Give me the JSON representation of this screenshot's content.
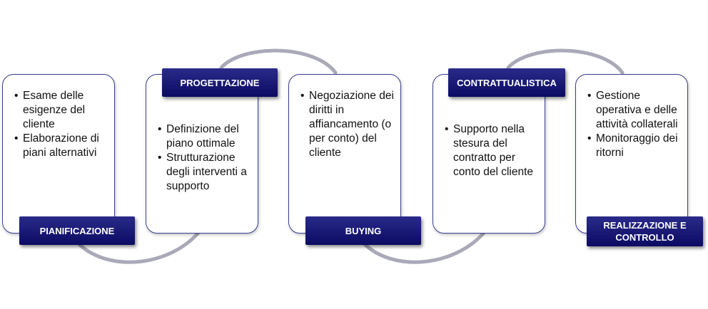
{
  "colors": {
    "card_border": "#3a3f8f",
    "label_bg": "#12126e",
    "arc": "#a9a9b8"
  },
  "steps": [
    {
      "label": "PIANIFICAZIONE",
      "items": [
        "Esame delle esigenze del cliente",
        "Elaborazione di piani alternativi"
      ]
    },
    {
      "label": "PROGETTAZIONE",
      "items": [
        "Definizione del piano ottimale",
        "Strutturazione degli interventi a supporto"
      ]
    },
    {
      "label": "BUYING",
      "items": [
        "Negoziazione dei diritti in affiancamento (o per conto) del cliente"
      ]
    },
    {
      "label": "CONTRATTUALISTICA",
      "items": [
        "Supporto nella stesura del contratto per conto del cliente"
      ]
    },
    {
      "label": "REALIZZAZIONE E CONTROLLO",
      "items": [
        "Gestione operativa e delle attività collaterali",
        "Monitoraggio dei ritorni"
      ]
    }
  ]
}
